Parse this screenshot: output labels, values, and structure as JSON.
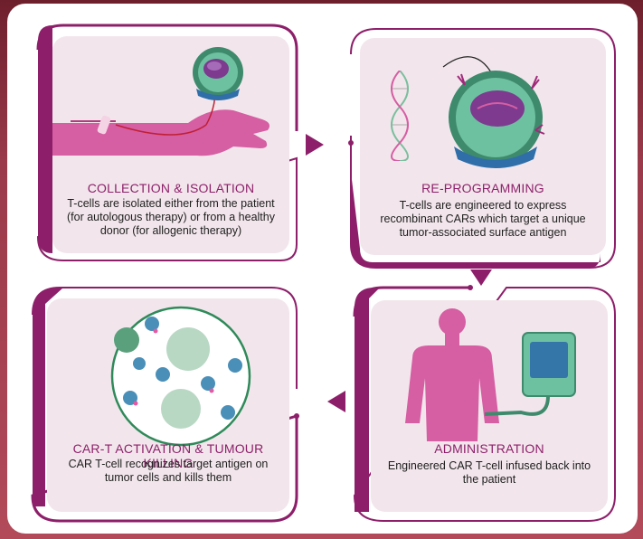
{
  "steps": [
    {
      "title": "COLLECTION & ISOLATION",
      "desc": "T-cells are isolated either from the patient (for autologous therapy) or from a healthy donor (for allogenic therapy)"
    },
    {
      "title": "RE-PROGRAMMING",
      "desc": "T-cells are engineered to express recombinant CARs which target a unique tumor-associated surface antigen"
    },
    {
      "title": "CAR-T ACTIVATION & TUMOUR KILLING",
      "desc": "CAR T-cell recognizes target antigen on tumor cells and kills them"
    },
    {
      "title": "ADMINISTRATION",
      "desc": "Engineered CAR T-cell infused back into the patient"
    }
  ],
  "colors": {
    "accent": "#8d1f6a",
    "panel": "#f2e6ec",
    "skin": "#d65ea3",
    "cell_green": "#3e8a6c",
    "cell_purple": "#7d3a8f"
  },
  "icons": [
    "arm-icon",
    "t-cell-icon",
    "dna-icon",
    "engineered-cell-icon",
    "tumour-killing-icon",
    "patient-icon",
    "iv-bag-icon"
  ]
}
